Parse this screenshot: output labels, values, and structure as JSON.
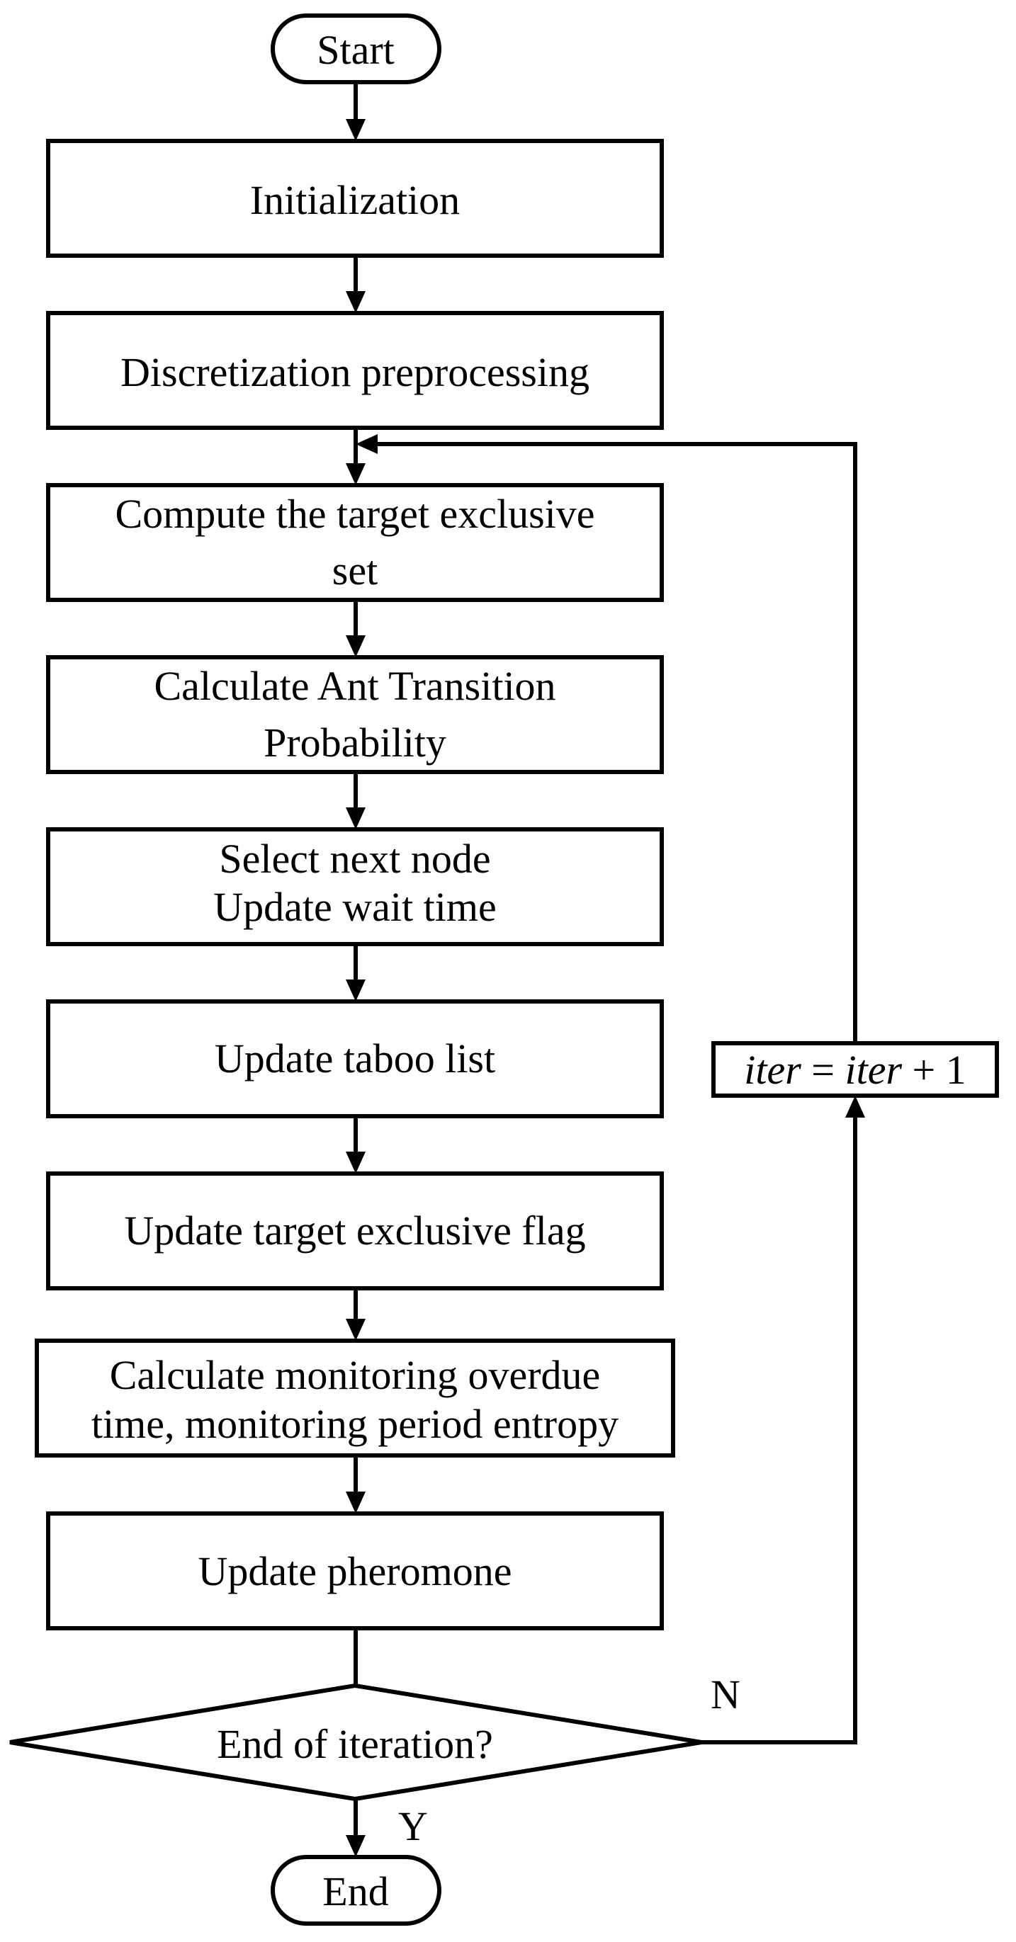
{
  "flowchart": {
    "start": "Start",
    "steps": [
      {
        "lines": [
          "Initialization"
        ]
      },
      {
        "lines": [
          "Discretization preprocessing"
        ]
      },
      {
        "lines": [
          "Compute the target exclusive",
          "set"
        ]
      },
      {
        "lines": [
          "Calculate Ant Transition",
          "Probability"
        ]
      },
      {
        "lines": [
          "Select next node",
          "Update wait time"
        ]
      },
      {
        "lines": [
          "Update taboo list"
        ]
      },
      {
        "lines": [
          "Update target exclusive flag"
        ]
      },
      {
        "lines": [
          "Calculate monitoring overdue",
          "time, monitoring period entropy"
        ]
      },
      {
        "lines": [
          "Update pheromone"
        ]
      }
    ],
    "decision": "End of iteration?",
    "end": "End",
    "no_label": "N",
    "yes_label": "Y",
    "loop_box": {
      "var": "iter",
      "equals": " = ",
      "plus": " + 1"
    }
  }
}
